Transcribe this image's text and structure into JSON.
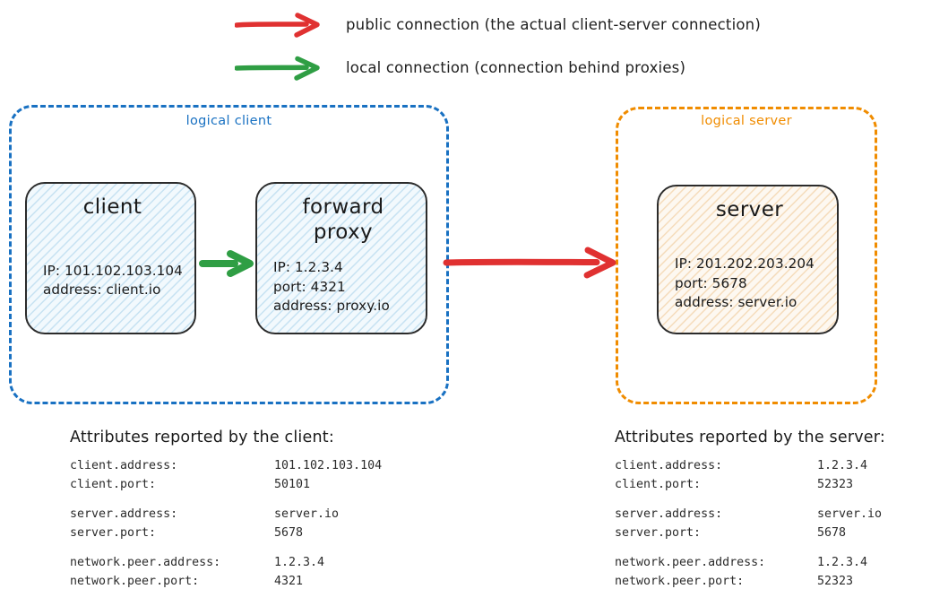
{
  "legend": [
    {
      "id": "public",
      "color": "#e03131",
      "arrow_icon": "red-arrow-icon",
      "label": "public connection (the actual client-server connection)"
    },
    {
      "id": "local",
      "color": "#2f9e44",
      "arrow_icon": "green-arrow-icon",
      "label": "local connection (connection behind proxies)"
    }
  ],
  "groups": {
    "client": {
      "label": "logical client",
      "color": "#1971c2"
    },
    "server": {
      "label": "logical server",
      "color": "#f08c00"
    }
  },
  "nodes": {
    "client": {
      "title": "client",
      "props": [
        "IP: 101.102.103.104",
        "address: client.io"
      ],
      "fill": "#f2f9fd",
      "hatch": "#c7e2f2"
    },
    "proxy": {
      "title": "forward proxy",
      "props": [
        "IP: 1.2.3.4",
        "port: 4321",
        "address: proxy.io"
      ],
      "fill": "#f2f9fd",
      "hatch": "#c7e2f2"
    },
    "server": {
      "title": "server",
      "props": [
        "IP: 201.202.203.204",
        "port: 5678",
        "address: server.io"
      ],
      "fill": "#fdf8f1",
      "hatch": "#f5dcbb"
    }
  },
  "arrows": {
    "local_flow": {
      "icon": "green-arrow-icon",
      "color": "#2f9e44",
      "from": "client",
      "to": "forward proxy"
    },
    "public_flow": {
      "icon": "red-arrow-icon",
      "color": "#e03131",
      "from": "logical client",
      "to": "logical server"
    }
  },
  "attributes": {
    "client": {
      "heading": "Attributes reported by the client:",
      "rows": [
        {
          "key": "client.address:",
          "value": "101.102.103.104"
        },
        {
          "key": "client.port:",
          "value": "50101"
        },
        {
          "key": "",
          "value": "",
          "spacer": true
        },
        {
          "key": "server.address:",
          "value": "server.io"
        },
        {
          "key": "server.port:",
          "value": "5678"
        },
        {
          "key": "",
          "value": "",
          "spacer": true
        },
        {
          "key": "network.peer.address:",
          "value": "1.2.3.4"
        },
        {
          "key": "network.peer.port:",
          "value": "4321"
        }
      ]
    },
    "server": {
      "heading": "Attributes reported by the server:",
      "rows": [
        {
          "key": "client.address:",
          "value": "1.2.3.4"
        },
        {
          "key": "client.port:",
          "value": "52323"
        },
        {
          "key": "",
          "value": "",
          "spacer": true
        },
        {
          "key": "server.address:",
          "value": "server.io"
        },
        {
          "key": "server.port:",
          "value": "5678"
        },
        {
          "key": "",
          "value": "",
          "spacer": true
        },
        {
          "key": "network.peer.address:",
          "value": "1.2.3.4"
        },
        {
          "key": "network.peer.port:",
          "value": "52323"
        }
      ]
    }
  }
}
